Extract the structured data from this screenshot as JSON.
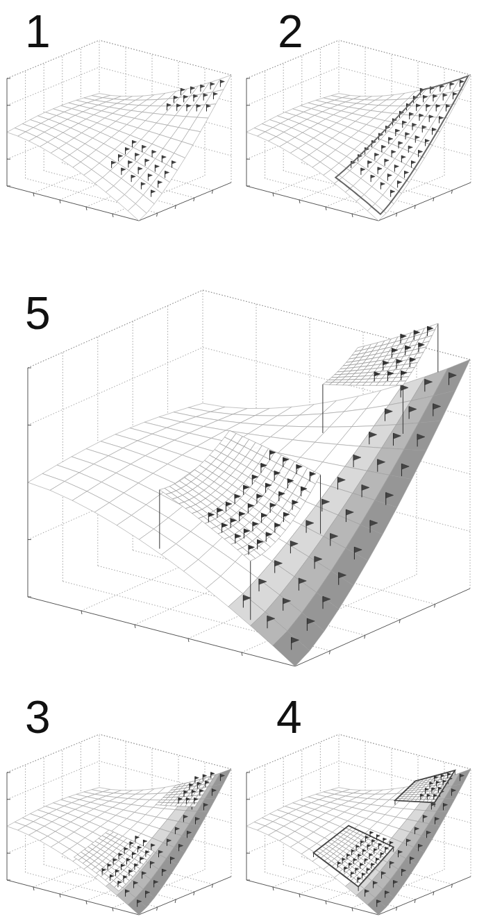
{
  "diagram": {
    "labels": [
      "1",
      "2",
      "5",
      "3",
      "4"
    ]
  }
}
